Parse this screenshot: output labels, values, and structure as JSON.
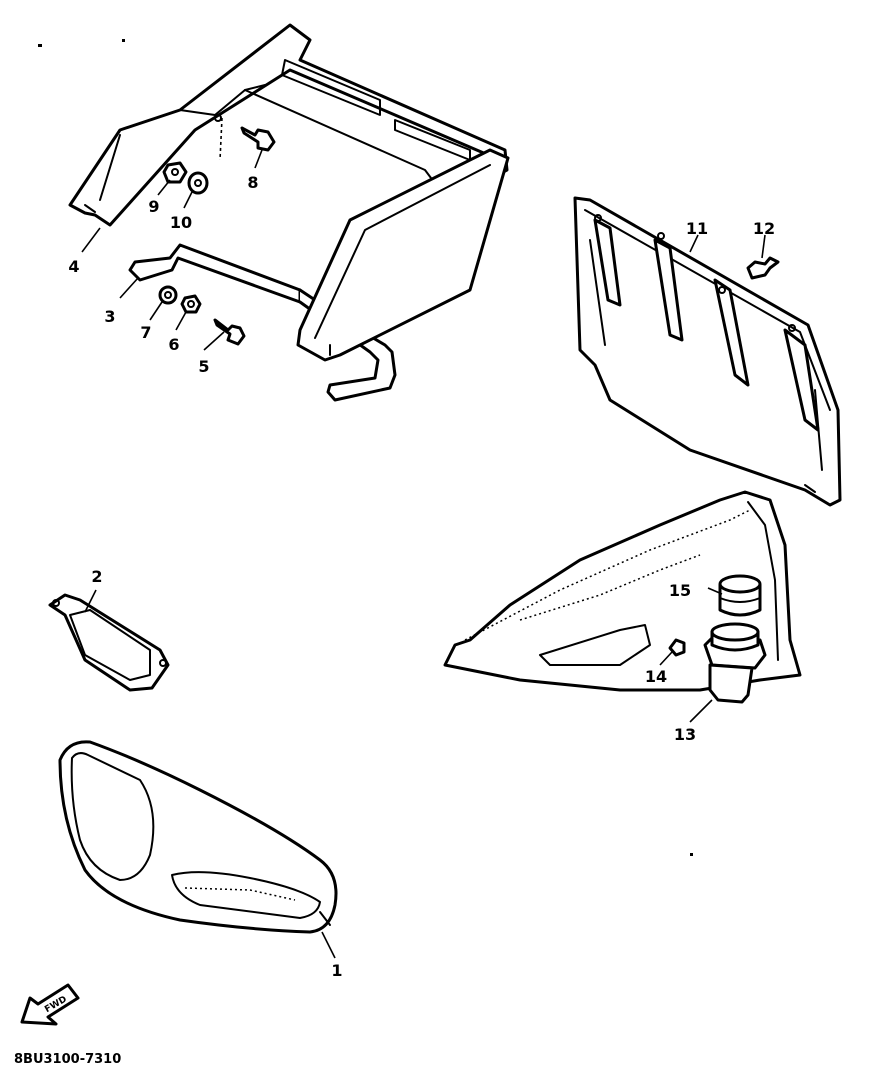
{
  "labels": {
    "p1": "1",
    "p2": "2",
    "p3": "3",
    "p4": "4",
    "p5": "5",
    "p6": "6",
    "p7": "7",
    "p8": "8",
    "p9": "9",
    "p10": "10",
    "p11": "11",
    "p12": "12",
    "p13": "13",
    "p14": "14",
    "p15": "15"
  },
  "fwd_text": "FWD",
  "diagram_code": "8BU3100-7310",
  "fwd_icon": "forward-arrow-icon"
}
